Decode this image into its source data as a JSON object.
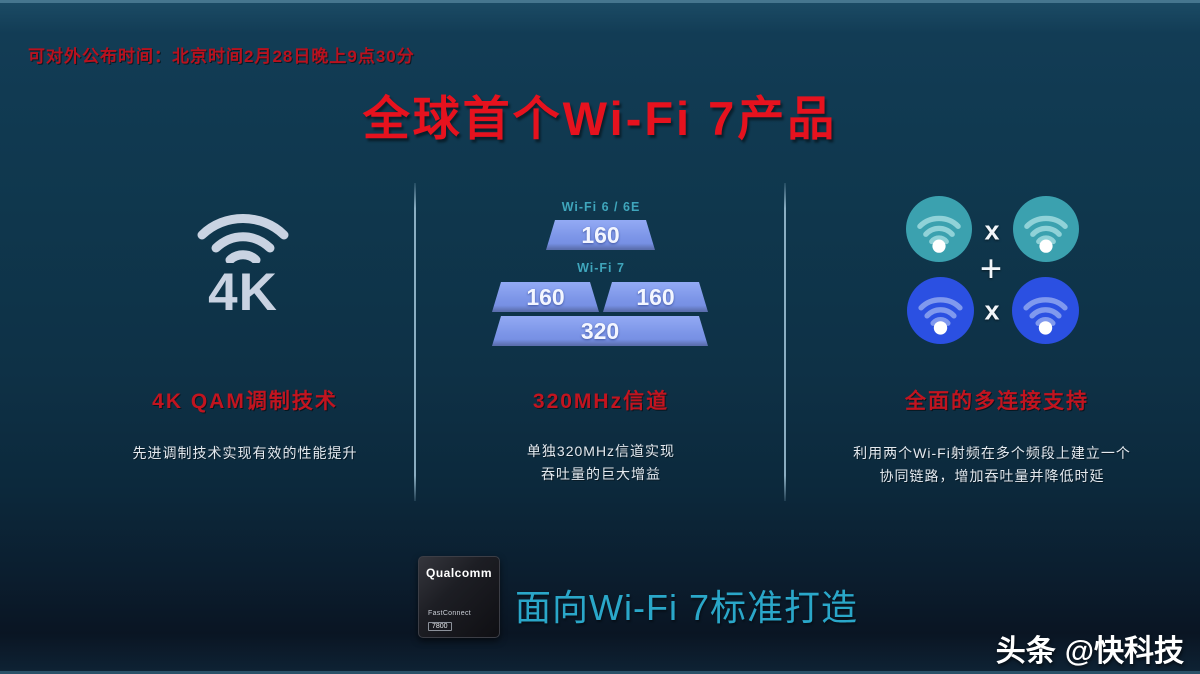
{
  "slide": {
    "announce_time": "可对外公布时间：北京时间2月28日晚上9点30分",
    "title": "全球首个Wi-Fi 7产品",
    "watermark_prefix": "头条",
    "watermark_suffix": "@快科技"
  },
  "left_column": {
    "icon": "wifi-signal-4k-icon",
    "icon_text": "4K",
    "heading": "4K QAM调制技术",
    "body": "先进调制技术实现有效的性能提升"
  },
  "middle_column": {
    "heading": "320MHz信道",
    "body_line1": "单独320MHz信道实现",
    "body_line2": "吞吐量的巨大增益",
    "diagram": {
      "wifi6_label": "Wi-Fi 6 / 6E",
      "wifi6_bar_value": "160",
      "wifi7_label": "Wi-Fi 7",
      "wifi7_bar1_value": "160",
      "wifi7_bar2_value": "160",
      "wifi7_combined_value": "320"
    }
  },
  "right_column": {
    "heading": "全面的多连接支持",
    "body_line1": "利用两个Wi-Fi射频在多个频段上建立一个",
    "body_line2": "协同链路，增加吞吐量并降低时延",
    "op_multiply": "x",
    "op_plus": "+"
  },
  "footer": {
    "chip_brand": "Qualcomm",
    "chip_model": "FastConnect",
    "chip_number": "7800",
    "caption": "面向Wi-Fi 7标准打造"
  },
  "chart_data": {
    "type": "bar",
    "title": "320MHz信道",
    "groups": [
      {
        "label": "Wi-Fi 6 / 6E",
        "values": [
          160
        ]
      },
      {
        "label": "Wi-Fi 7",
        "values": [
          160,
          160
        ],
        "combined": 320
      }
    ]
  },
  "colors": {
    "title_red": "#e6121e",
    "heading_red": "#c2141f",
    "teal_label": "#3fa6bc",
    "bar_blue": "#7d96e8",
    "circle_teal": "#3ba1af",
    "circle_blue": "#2b50e2",
    "caption_teal": "#2aa7c9",
    "background_navy": "#0e3146"
  }
}
